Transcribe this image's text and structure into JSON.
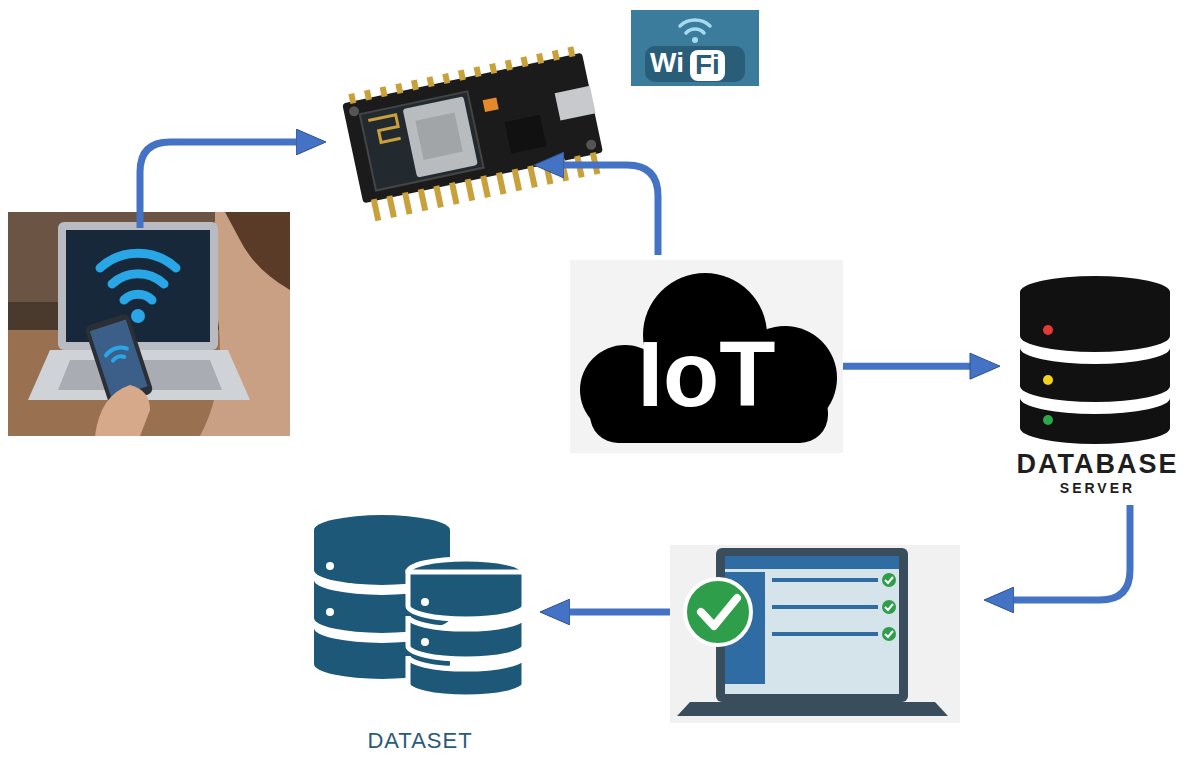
{
  "diagram": {
    "nodes": [
      {
        "text": [
          "IoT"
        ]
      },
      {
        "text": [
          "DATABASE",
          "SERVER"
        ]
      },
      {
        "text": [
          "DATASET"
        ]
      }
    ],
    "edges": [
      {
        "from": 0,
        "to": 1,
        "arrow": "to"
      }
    ],
    "labels": [
      "Wi",
      "Fi"
    ]
  }
}
